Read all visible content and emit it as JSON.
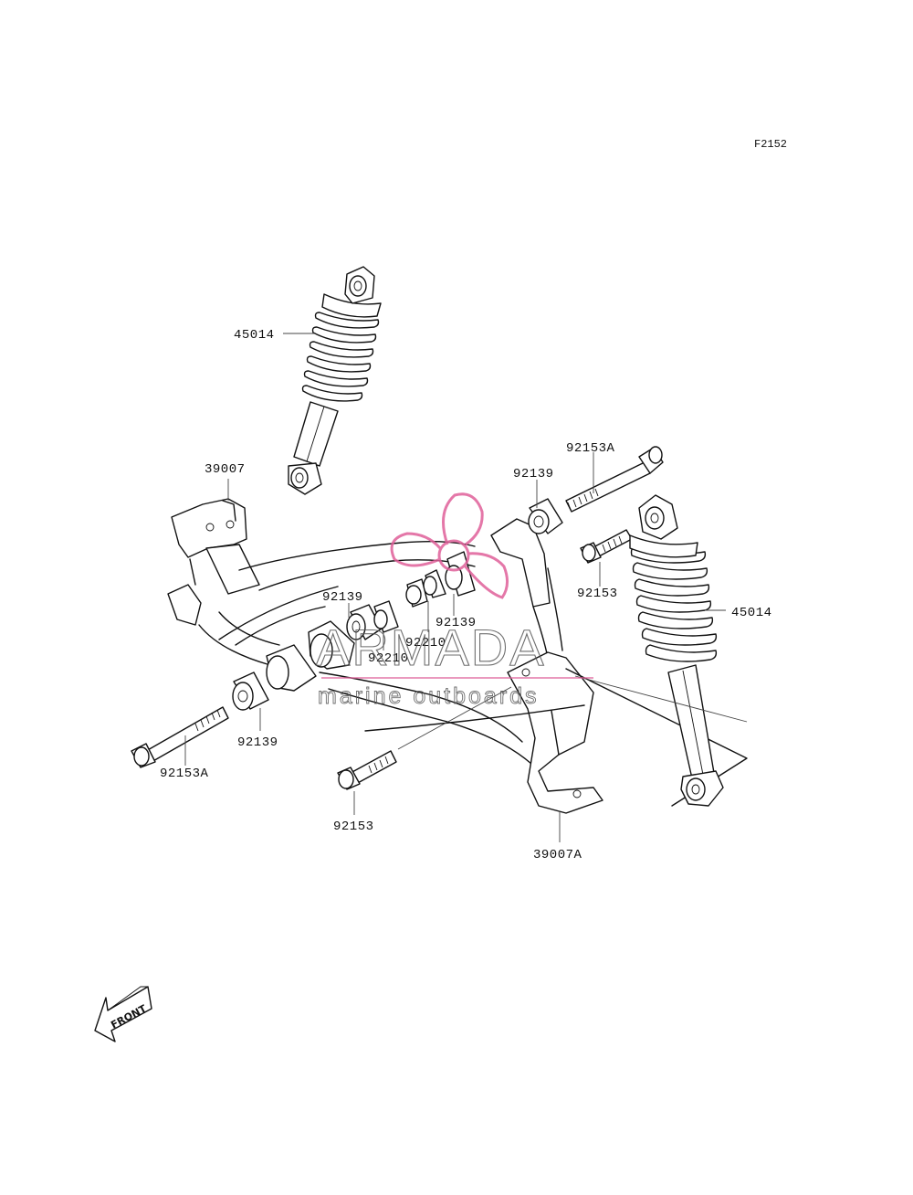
{
  "figure_id": "F2152",
  "parts": [
    {
      "id": "shock-upper-left",
      "number": "45014"
    },
    {
      "id": "arm-left",
      "number": "39007"
    },
    {
      "id": "bolt-top-right",
      "number": "92153A"
    },
    {
      "id": "bushing-top-right",
      "number": "92139"
    },
    {
      "id": "bolt-right",
      "number": "92153"
    },
    {
      "id": "shock-right",
      "number": "45014"
    },
    {
      "id": "bushing-mid-a",
      "number": "92139"
    },
    {
      "id": "collar-mid-a",
      "number": "92210"
    },
    {
      "id": "bushing-mid-b",
      "number": "92139"
    },
    {
      "id": "collar-mid-b",
      "number": "92210"
    },
    {
      "id": "bushing-lower-left",
      "number": "92139"
    },
    {
      "id": "bolt-lower-left",
      "number": "92153A"
    },
    {
      "id": "bolt-lower-mid",
      "number": "92153"
    },
    {
      "id": "arm-right",
      "number": "39007A"
    }
  ],
  "watermark": {
    "title": "ARMADA",
    "subtitle": "marine outboards",
    "accent_color": "#e0609a"
  },
  "front_arrow": {
    "label": "FRONT",
    "icon": "front-arrow-icon"
  }
}
